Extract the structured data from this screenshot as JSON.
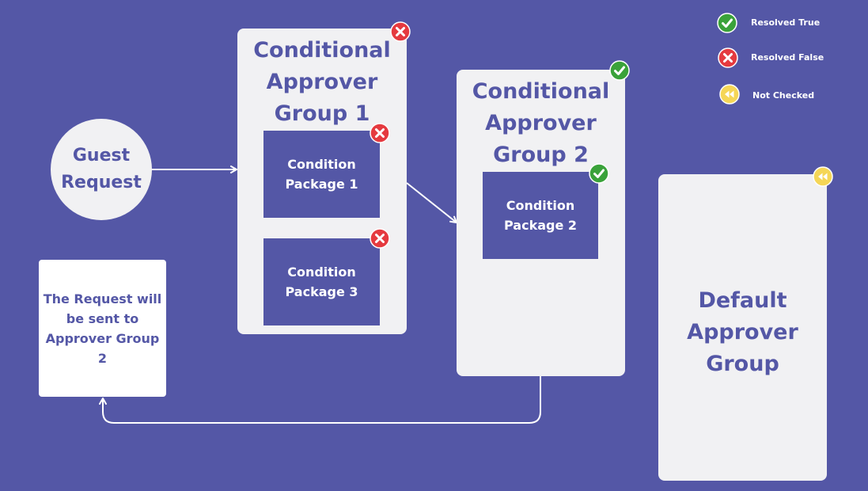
{
  "colors": {
    "background": "#5457a6",
    "panel": "#f1f1f3",
    "resolved_true": "#3aa23a",
    "resolved_false": "#e53a3f",
    "not_checked": "#f5d657"
  },
  "legend": {
    "items": [
      {
        "label": "Resolved True",
        "icon": "check-circle-icon"
      },
      {
        "label": "Resolved False",
        "icon": "x-circle-icon"
      },
      {
        "label": "Not Checked",
        "icon": "rewind-circle-icon"
      }
    ]
  },
  "nodes": {
    "guest_request": {
      "label": "Guest Request"
    },
    "group1": {
      "title": "Conditional Approver Group 1",
      "status": "resolved_false"
    },
    "package1": {
      "label": "Condition Package 1",
      "status": "resolved_false"
    },
    "package3": {
      "label": "Condition Package 3",
      "status": "resolved_false"
    },
    "group2": {
      "title": "Conditional Approver Group 2",
      "status": "resolved_true"
    },
    "package2": {
      "label": "Condition Package 2",
      "status": "resolved_true"
    },
    "default_group": {
      "title": "Default Approver Group",
      "status": "not_checked"
    },
    "result_note": {
      "text": "The Request will be sent to Approver Group 2"
    }
  }
}
